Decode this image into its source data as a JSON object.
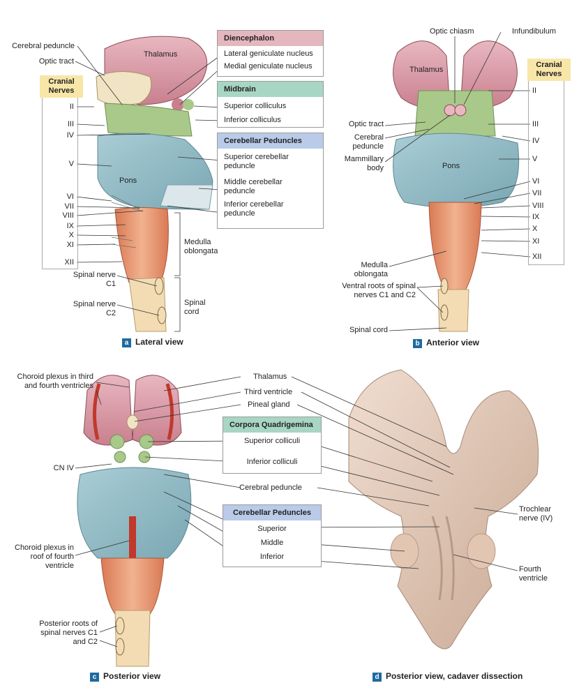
{
  "panel_a": {
    "caption_letter": "a",
    "caption": "Lateral view",
    "labels": {
      "cerebral_peduncle": "Cerebral peduncle",
      "optic_tract": "Optic tract",
      "thalamus": "Thalamus",
      "pons": "Pons",
      "medulla": "Medulla oblongata",
      "spinal_c1": "Spinal nerve C1",
      "spinal_c2": "Spinal nerve C2",
      "spinal_cord": "Spinal cord"
    },
    "cranial_nerves_title": "Cranial Nerves",
    "nerves": [
      "II",
      "III",
      "IV",
      "V",
      "VI",
      "VII",
      "VIII",
      "IX",
      "X",
      "XI",
      "XII"
    ],
    "diencephalon": {
      "title": "Diencephalon",
      "items": [
        "Lateral geniculate nucleus",
        "Medial geniculate nucleus"
      ]
    },
    "midbrain": {
      "title": "Midbrain",
      "items": [
        "Superior colliculus",
        "Inferior colliculus"
      ]
    },
    "cerebellar_peduncles": {
      "title": "Cerebellar Peduncles",
      "items": [
        "Superior cerebellar peduncle",
        "Middle cerebellar peduncle",
        "Inferior cerebellar peduncle"
      ]
    }
  },
  "panel_b": {
    "caption_letter": "b",
    "caption": "Anterior view",
    "labels": {
      "optic_chiasm": "Optic chiasm",
      "infundibulum": "Infundibulum",
      "thalamus": "Thalamus",
      "optic_tract": "Optic tract",
      "cerebral_peduncle": "Cerebral peduncle",
      "mammillary_body": "Mammillary body",
      "pons": "Pons",
      "medulla": "Medulla oblongata",
      "ventral_roots": "Ventral roots of spinal nerves C1 and C2",
      "spinal_cord": "Spinal cord"
    },
    "cranial_nerves_title": "Cranial Nerves",
    "nerves": [
      "II",
      "III",
      "IV",
      "V",
      "VI",
      "VII",
      "VIII",
      "IX",
      "X",
      "XI",
      "XII"
    ]
  },
  "panel_c": {
    "caption_letter": "c",
    "caption": "Posterior view",
    "labels": {
      "choroid_third_fourth": "Choroid plexus in third and fourth ventricles",
      "cn_iv": "CN IV",
      "choroid_roof": "Choroid plexus in roof of fourth ventricle",
      "posterior_roots": "Posterior roots of spinal nerves C1 and C2"
    },
    "center_labels": [
      "Thalamus",
      "Third ventricle",
      "Pineal gland"
    ],
    "corpora_quadrigemina": {
      "title": "Corpora Quadrigemina",
      "items": [
        "Superior colliculi",
        "Inferior colliculi"
      ]
    },
    "cerebral_peduncle": "Cerebral peduncle",
    "cerebellar_peduncles": {
      "title": "Cerebellar Peduncles",
      "items": [
        "Superior",
        "Middle",
        "Inferior"
      ]
    }
  },
  "panel_d": {
    "caption_letter": "d",
    "caption": "Posterior view, cadaver dissection",
    "labels": {
      "trochlear": "Trochlear nerve (IV)",
      "fourth_ventricle": "Fourth ventricle"
    }
  },
  "colors": {
    "thalamus": "#d99aa6",
    "midbrain": "#a9c98a",
    "pons": "#8fb8c2",
    "medulla": "#e4906b",
    "cord": "#f3dcb4",
    "choroid": "#c0392b",
    "cadaver": "#e7cdbb",
    "accent": "#1e6aa0"
  }
}
